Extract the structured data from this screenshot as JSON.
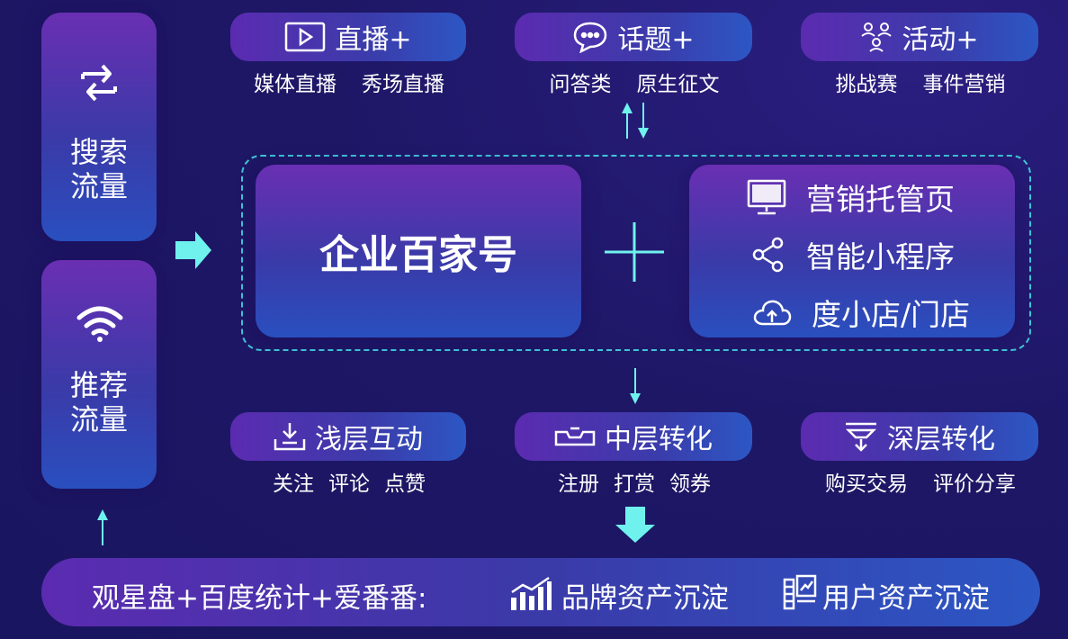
{
  "left": {
    "search": {
      "line1": "搜索",
      "line2": "流量",
      "icon": "swap-arrows-icon"
    },
    "recommend": {
      "line1": "推荐",
      "line2": "流量",
      "icon": "wifi-icon"
    }
  },
  "top": [
    {
      "title": "直播+",
      "icon": "play-icon",
      "subs": [
        "媒体直播",
        "秀场直播"
      ]
    },
    {
      "title": "话题+",
      "icon": "chat-bubble-icon",
      "subs": [
        "问答类",
        "原生征文"
      ]
    },
    {
      "title": "活动+",
      "icon": "people-network-icon",
      "subs": [
        "挑战赛",
        "事件营销"
      ]
    }
  ],
  "center": {
    "title": "企业百家号",
    "plus": "+"
  },
  "right_items": [
    {
      "label": "营销托管页",
      "icon": "monitor-icon"
    },
    {
      "label": "智能小程序",
      "icon": "share-icon"
    },
    {
      "label": "度小店/门店",
      "icon": "cloud-icon"
    }
  ],
  "middle": [
    {
      "title": "浅层互动",
      "icon": "download-tray-icon",
      "subs": [
        "关注",
        "评论",
        "点赞"
      ]
    },
    {
      "title": "中层转化",
      "icon": "tray-icon",
      "subs": [
        "注册",
        "打赏",
        "领券"
      ]
    },
    {
      "title": "深层转化",
      "icon": "funnel-icon",
      "subs": [
        "购买交易",
        "评价分享"
      ]
    }
  ],
  "bottom": {
    "tools": "观星盘+百度统计+爱番番:",
    "brand": "品牌资产沉淀",
    "user": "用户资产沉淀"
  }
}
